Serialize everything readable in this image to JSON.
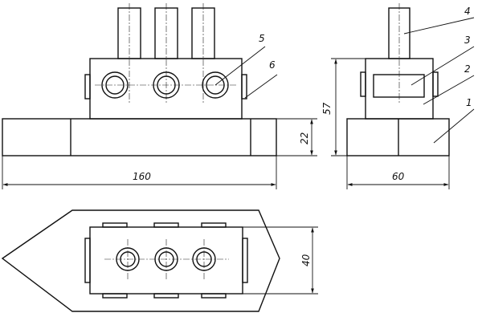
{
  "dimensions": {
    "width_front": "160",
    "height_base": "22",
    "height_side": "57",
    "width_side": "60",
    "width_top": "40"
  },
  "callouts": [
    "1",
    "2",
    "3",
    "4",
    "5",
    "6"
  ]
}
